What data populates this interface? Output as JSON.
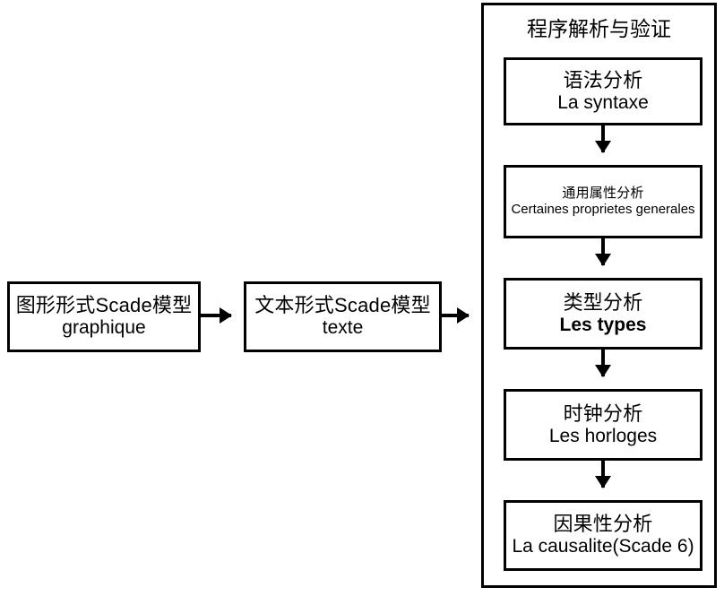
{
  "diagram": {
    "type": "flowchart",
    "title": "",
    "flow_boxes": [
      {
        "id": "graphique",
        "cn": "图形形式Scade模型",
        "fr": "graphique"
      },
      {
        "id": "texte",
        "cn": "文本形式Scade模型",
        "fr": "texte"
      }
    ],
    "container": {
      "title": "程序解析与验证",
      "steps": [
        {
          "id": "syntaxe",
          "cn": "语法分析",
          "fr": "La syntaxe"
        },
        {
          "id": "proprietes",
          "cn": "通用属性分析",
          "fr": "Certaines proprietes generales"
        },
        {
          "id": "types",
          "cn": "类型分析",
          "fr": "Les types"
        },
        {
          "id": "horloges",
          "cn": "时钟分析",
          "fr": "Les horloges"
        },
        {
          "id": "causalite",
          "cn": "因果性分析",
          "fr": "La causalite(Scade 6)"
        }
      ]
    },
    "colors": {
      "stroke": "#000000",
      "fill": "#ffffff",
      "text": "#000000"
    }
  }
}
